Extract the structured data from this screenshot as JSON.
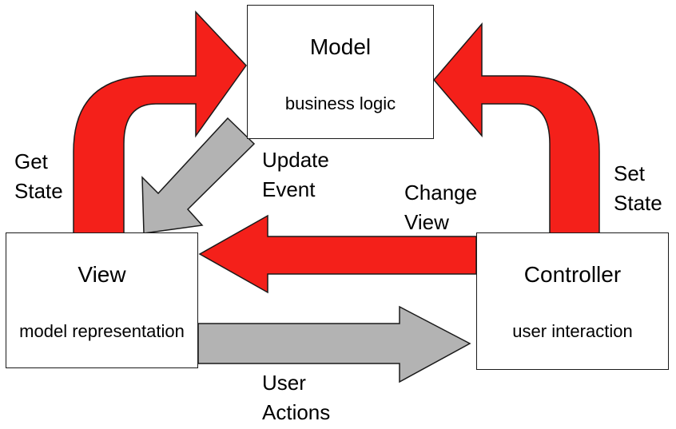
{
  "boxes": {
    "model": {
      "title": "Model",
      "subtitle": "business logic"
    },
    "view": {
      "title": "View",
      "subtitle": "model representation"
    },
    "controller": {
      "title": "Controller",
      "subtitle": "user interaction"
    }
  },
  "labels": {
    "get_state": [
      "Get",
      "State"
    ],
    "update_event": [
      "Update",
      "Event"
    ],
    "change_view": [
      "Change",
      "View"
    ],
    "set_state": [
      "Set",
      "State"
    ],
    "user_actions": [
      "User",
      "Actions"
    ]
  },
  "colors": {
    "red_arrow": "#f4201a",
    "gray_arrow": "#b3b3b3",
    "outline": "#1a1a1a"
  }
}
